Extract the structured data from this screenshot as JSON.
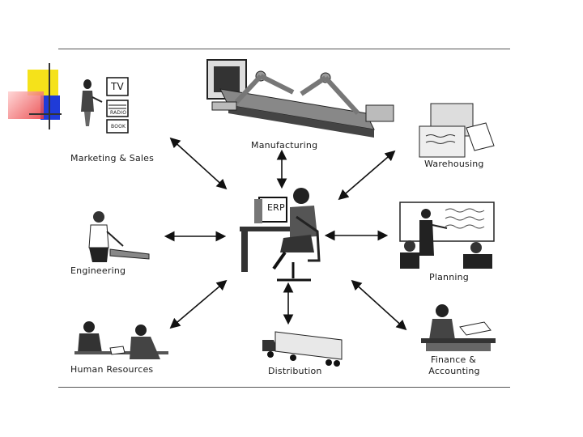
{
  "center": {
    "monitor_text": "ERP"
  },
  "departments": {
    "marketing": {
      "label": "Marketing & Sales",
      "sign_tv": "TV",
      "sign_radio": "RADIO",
      "sign_book": "BOOK"
    },
    "manufacturing": {
      "label": "Manufacturing"
    },
    "warehousing": {
      "label": "Warehousing"
    },
    "engineering": {
      "label": "Engineering"
    },
    "planning": {
      "label": "Planning"
    },
    "human_resources": {
      "label": "Human Resources"
    },
    "distribution": {
      "label": "Distribution"
    },
    "finance": {
      "label_line1": "Finance &",
      "label_line2": "Accounting"
    }
  },
  "colors": {
    "accent_yellow": "#f5e21a",
    "accent_blue": "#1f3bd8",
    "accent_red": "#e8393c",
    "rule": "#555555"
  }
}
